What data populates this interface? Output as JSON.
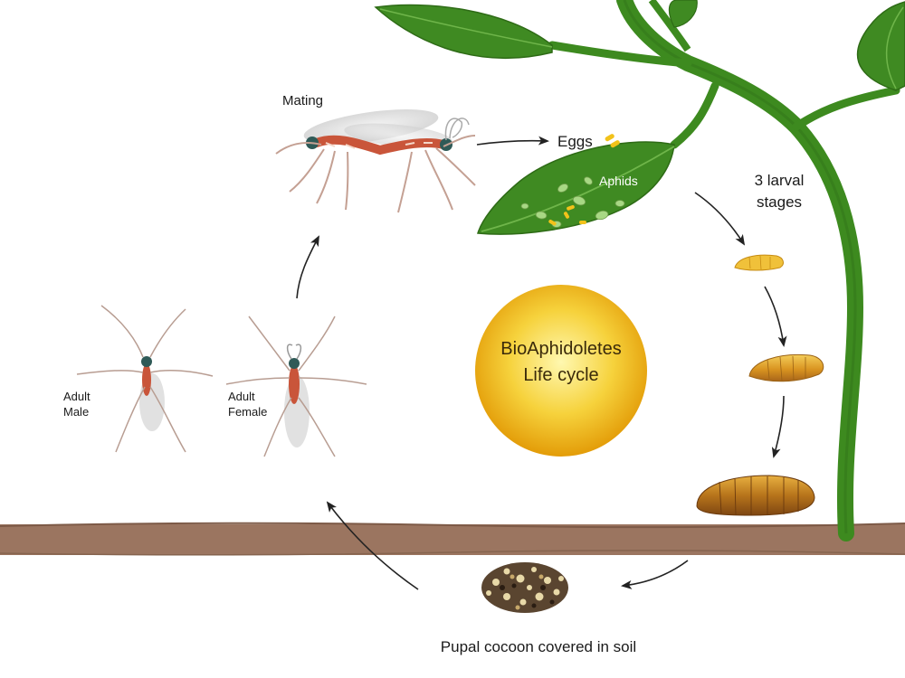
{
  "labels": {
    "mating": "Mating",
    "eggs": "Eggs",
    "aphids": "Aphids",
    "larval_stages_line1": "3 larval",
    "larval_stages_line2": "stages",
    "adult_male_line1": "Adult",
    "adult_male_line2": "Male",
    "adult_female_line1": "Adult",
    "adult_female_line2": "Female",
    "center_line1": "BioAphidoletes",
    "center_line2": "Life cycle",
    "pupal": "Pupal cocoon covered in soil"
  },
  "colors": {
    "leaf": "#3f8a22",
    "leaf_dark": "#2e6b16",
    "stem": "#3d8a1f",
    "soil": "#9b7560",
    "soil_line": "#7d5a47",
    "sun_inner": "#fff5a0",
    "sun_outer": "#e8a60a",
    "larva": "#e3a51f",
    "midge_body": "#c9553a",
    "aphid": "#9fd07a",
    "egg": "#f2c21a",
    "arrow": "#222222"
  },
  "icons": [
    "midge-icon",
    "larva-icon",
    "cocoon-icon",
    "leaf-icon",
    "aphid-icon",
    "arrow-icon"
  ]
}
